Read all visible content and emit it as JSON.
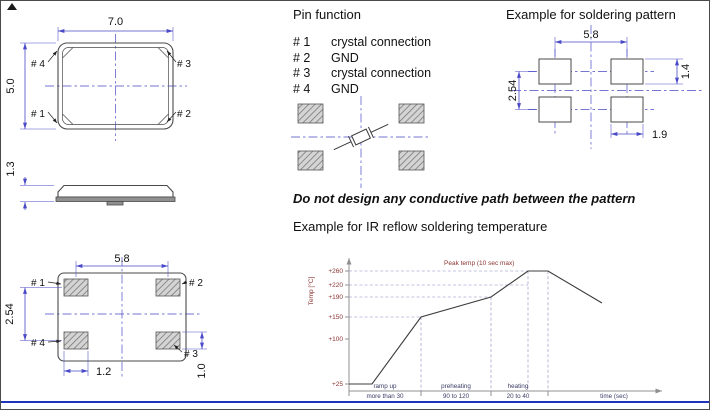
{
  "colors": {
    "dimension_line": "#4a4ac8",
    "drawing_outline": "#4a4a4a",
    "text": "#111111",
    "pad_hatch": "#6e6e6e",
    "graph_temp_text": "#8b3434",
    "graph_time_text": "#3a3a66",
    "footer_line": "#2233bb"
  },
  "mech": {
    "top_view": {
      "width": "7.0",
      "height": "5.0",
      "pin_top_left": "# 4",
      "pin_top_right": "# 3",
      "pin_bottom_left": "# 1",
      "pin_bottom_right": "# 2"
    },
    "side_view": {
      "height": "1.3"
    },
    "bottom_view": {
      "pad_pitch_x": "5.8",
      "pad_pitch_y": "2.54",
      "pad_width": "1.2",
      "pad_height": "1.0",
      "pin_top_left": "# 1",
      "pin_top_right": "# 2",
      "pin_bottom_left": "# 4",
      "pin_bottom_right": "# 3"
    }
  },
  "pin_function": {
    "title": "Pin function",
    "pins": [
      {
        "num": "# 1",
        "func": "crystal connection"
      },
      {
        "num": "# 2",
        "func": "GND"
      },
      {
        "num": "# 3",
        "func": "crystal connection"
      },
      {
        "num": "# 4",
        "func": "GND"
      }
    ]
  },
  "soldering_pattern": {
    "title": "Example for soldering pattern",
    "pad_pitch_x": "5.8",
    "pad_pitch_y": "2.54",
    "pad_height": "1.4",
    "pad_width": "1.9"
  },
  "notes": {
    "warning": "Do not design any conductive path between the pattern",
    "reflow_title": "Example for IR reflow soldering temperature"
  },
  "chart_data": {
    "type": "line",
    "title": "Example for IR reflow soldering temperature",
    "ylabel": "Temp [°C]",
    "xlabel": "time (sec)",
    "yticks": [
      "+260",
      "+220",
      "+190",
      "+150",
      "+100",
      "+25"
    ],
    "ylim": [
      25,
      280
    ],
    "peak_label": "Peak temp (10 sec max)",
    "regions": [
      {
        "label": "ramp up",
        "duration": "more than 30"
      },
      {
        "label": "preheating",
        "duration": "90 to 120"
      },
      {
        "label": "heating",
        "duration": "20 to 40"
      }
    ],
    "profile": [
      {
        "stage": "start",
        "temp_c": 25
      },
      {
        "stage": "ramp up end",
        "temp_c": 150
      },
      {
        "stage": "preheating end",
        "temp_c": 190
      },
      {
        "stage": "peak (10 sec max)",
        "temp_c": 260
      },
      {
        "stage": "cool down shown to",
        "temp_c": 190
      }
    ],
    "grid": "dashed reference lines at +150, +190, +220, +260 and region dividers",
    "legend": "none"
  }
}
